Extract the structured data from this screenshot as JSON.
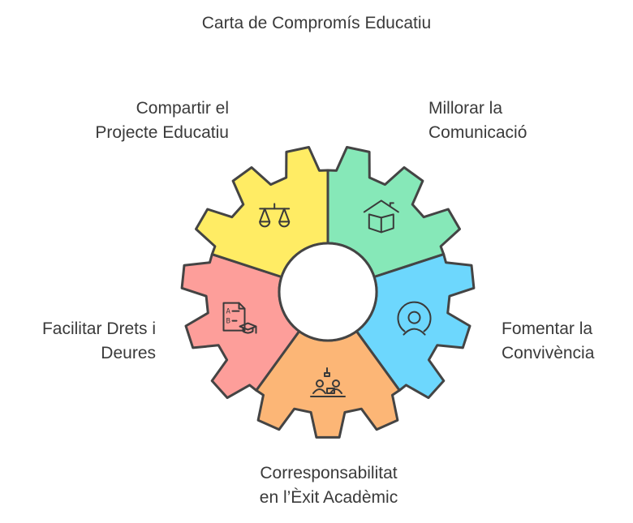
{
  "title": "Carta de Compromís Educatiu",
  "colors": {
    "stroke": "#444444",
    "green": "#86e8b8",
    "blue": "#6dd7fd",
    "orange": "#fcb676",
    "red": "#fd9e9a",
    "yellow": "#ffec64"
  },
  "segments": [
    {
      "label_lines": [
        "Compartir el",
        "Projecte Educatiu"
      ],
      "icon": "house-book-icon",
      "color": "green"
    },
    {
      "label_lines": [
        "Millorar la",
        "Comunicació"
      ],
      "icon": "user-circle-icon",
      "color": "blue"
    },
    {
      "label_lines": [
        "Fomentar la",
        "Convivència"
      ],
      "icon": "meeting-desk-icon",
      "color": "orange"
    },
    {
      "label_lines": [
        "Corresponsabilitat",
        "en l’Èxit Acadèmic"
      ],
      "icon": "test-graduation-icon",
      "color": "red"
    },
    {
      "label_lines": [
        "Facilitar Drets i",
        "Deures"
      ],
      "icon": "scales-icon",
      "color": "yellow"
    }
  ]
}
